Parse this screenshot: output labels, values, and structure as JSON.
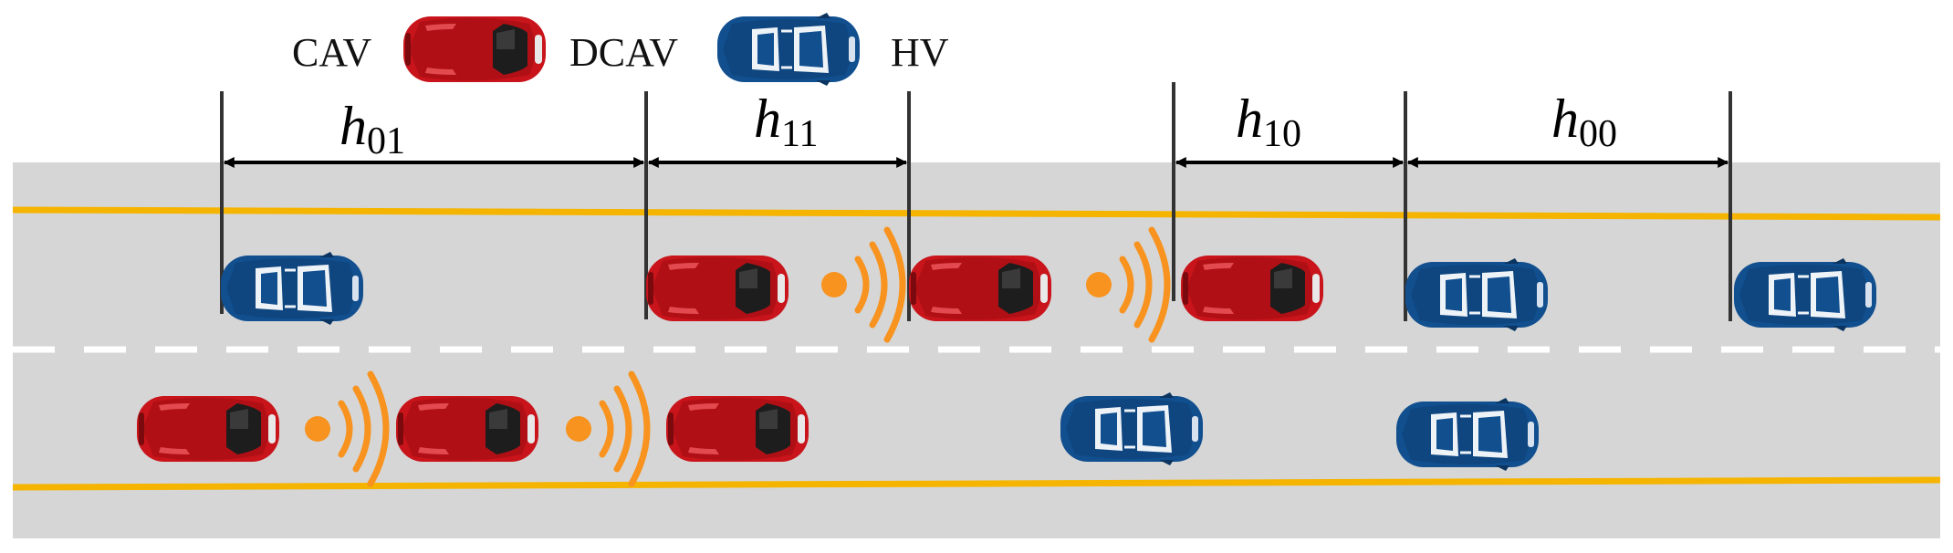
{
  "legend": {
    "cav_label": "CAV",
    "dcav_label": "DCAV",
    "hv_label": "HV"
  },
  "headways": [
    {
      "base": "h",
      "sub": "01"
    },
    {
      "base": "h",
      "sub": "11"
    },
    {
      "base": "h",
      "sub": "10"
    },
    {
      "base": "h",
      "sub": "00"
    }
  ],
  "colors": {
    "road": "#d6d6d6",
    "lane_edge": "#f5b400",
    "lane_divider": "#ffffff",
    "cav_car": "#c8141a",
    "hv_car": "#114f8f",
    "signal": "#f7931e",
    "arrow": "#000000"
  },
  "icons": {
    "cav": "red-car-icon",
    "hv": "blue-car-icon",
    "v2v": "wireless-signal-icon"
  }
}
